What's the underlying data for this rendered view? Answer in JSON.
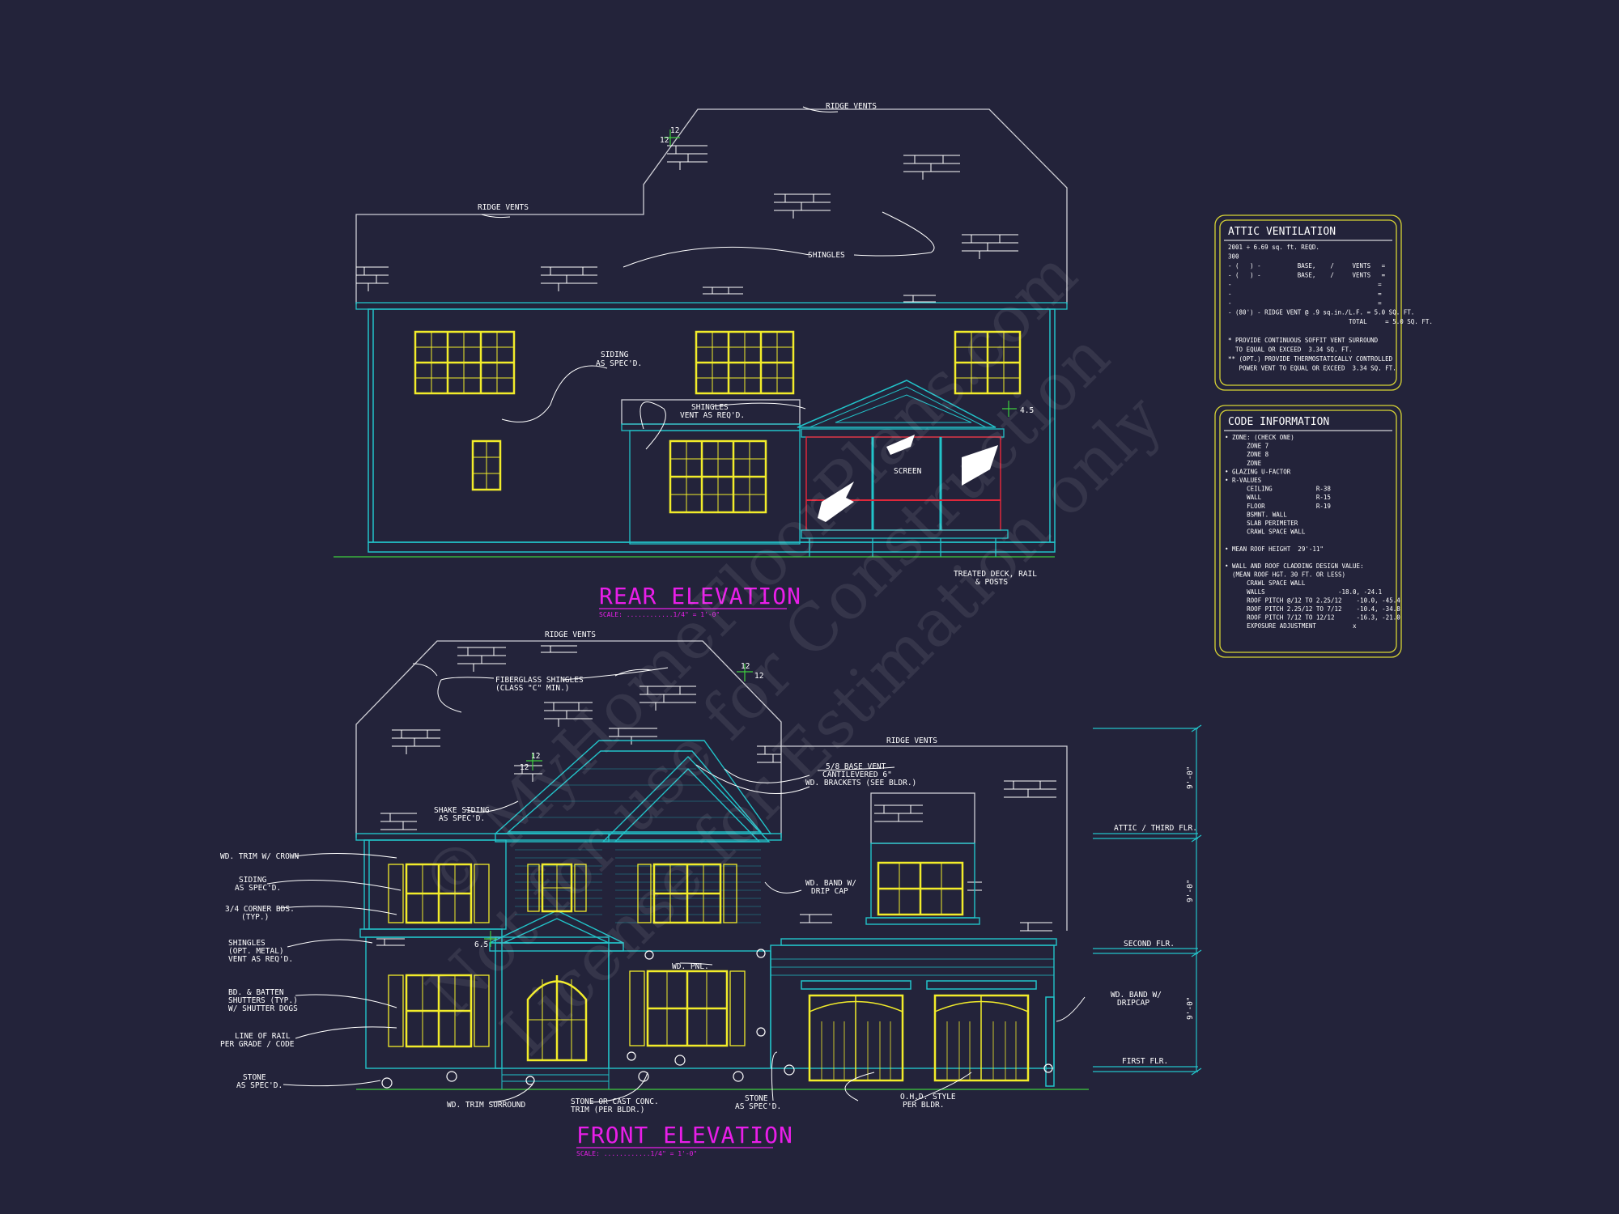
{
  "rear": {
    "title": "REAR ELEVATION",
    "scale": "SCALE: ............1/4\" = 1'-0\"",
    "ridge_vents_left": "RIDGE VENTS",
    "ridge_vents_top": "RIDGE VENTS",
    "shingles": "SHINGLES",
    "siding_1": "SIDING",
    "siding_2": "AS SPEC'D.",
    "shingles_vent_1": "SHINGLES",
    "shingles_vent_2": "VENT AS REQ'D.",
    "screen": "SCREEN",
    "deck_1": "TREATED DECK, RAIL",
    "deck_2": "& POSTS",
    "pitch_a": "12",
    "pitch_b": "12",
    "pitch_c": "4.5"
  },
  "front": {
    "title": "FRONT ELEVATION",
    "scale": "SCALE: ............1/4\" = 1'-0\"",
    "ridge_vents_top": "RIDGE VENTS",
    "ridge_vents_right": "RIDGE VENTS",
    "fiberglass_1": "FIBERGLASS SHINGLES",
    "fiberglass_2": "(CLASS \"C\" MIN.)",
    "shake_1": "SHAKE SIDING",
    "shake_2": "AS SPEC'D.",
    "base_vent_1": "5/8 BASE VENT",
    "base_vent_2": "CANTILEVERED 6\"",
    "base_vent_3": "WD. BRACKETS (SEE BLDR.)",
    "wd_trim_crown": "WD. TRIM W/ CROWN",
    "siding_1": "SIDING",
    "siding_2": "AS SPEC'D.",
    "corner_1": "3/4 CORNER BDS.",
    "corner_2": "(TYP.)",
    "shingles_1": "SHINGLES",
    "shingles_2": "(OPT. METAL)",
    "shingles_3": "VENT AS REQ'D.",
    "shutters_1": "BD. & BATTEN",
    "shutters_2": "SHUTTERS (TYP.)",
    "shutters_3": "W/ SHUTTER DOGS",
    "rail_1": "LINE OF RAIL",
    "rail_2": "PER GRADE / CODE",
    "stone_left_1": "STONE",
    "stone_left_2": "AS SPEC'D.",
    "trim_surround": "WD. TRIM SURROUND",
    "stone_cast_1": "STONE OR CAST CONC.",
    "stone_cast_2": "TRIM (PER BLDR.)",
    "stone_mid_1": "STONE",
    "stone_mid_2": "AS SPEC'D.",
    "ohd_1": "O.H.D. STYLE",
    "ohd_2": "PER BLDR.",
    "band_drip_1": "WD. BAND W/",
    "band_drip_2": "DRIP CAP",
    "band_right_1": "WD. BAND W/",
    "band_right_2": "DRIPCAP",
    "wd_pnl": "WD. PNL.",
    "pitch_a": "12",
    "pitch_b": "12",
    "pitch_c": "12",
    "pitch_d": "12",
    "pitch_e": "6.5"
  },
  "levels": {
    "attic": "ATTIC / THIRD FLR.",
    "second": "SECOND FLR.",
    "first": "FIRST FLR.",
    "dim_top": "9'-0\"",
    "dim_mid": "9'-0\"",
    "dim_bot": "9'-0\""
  },
  "attic_box": {
    "title": "ATTIC VENTILATION",
    "lines": [
      "2001 ÷ 6.69 sq. ft. REQD.",
      "300",
      "- (   ) -          BASE,    /     VENTS   =",
      "- (   ) -          BASE,    /     VENTS   =",
      "-                                        =",
      "-                                        =",
      "-                                        =",
      "- (80') - RIDGE VENT @ .9 sq.in./L.F. = 5.0 SQ. FT.",
      "                                 TOTAL     = 5.0 SQ. FT.",
      "",
      "* PROVIDE CONTINUOUS SOFFIT VENT SURROUND",
      "  TO EQUAL OR EXCEED  3.34 SQ. FT.",
      "** (OPT.) PROVIDE THERMOSTATICALLY CONTROLLED",
      "   POWER VENT TO EQUAL OR EXCEED  3.34 SQ. FT."
    ]
  },
  "code_box": {
    "title": "CODE INFORMATION",
    "lines": [
      "• ZONE: (CHECK ONE)",
      "      ZONE 7",
      "      ZONE 8",
      "      ZONE",
      "• GLAZING U-FACTOR",
      "• R-VALUES",
      "      CEILING            R-38",
      "      WALL               R-15",
      "      FLOOR              R-19",
      "      BSMNT. WALL",
      "      SLAB PERIMETER",
      "      CRAWL SPACE WALL",
      "",
      "• MEAN ROOF HEIGHT  29'-11\"",
      "",
      "• WALL AND ROOF CLADDING DESIGN VALUE:",
      "  (MEAN ROOF HGT. 30 FT. OR LESS)",
      "      CRAWL SPACE WALL",
      "      WALLS                    -18.0, -24.1",
      "      ROOF PITCH @/12 TO 2.25/12    -10.0, -45.4",
      "      ROOF PITCH 2.25/12 TO 7/12    -10.4, -34.8",
      "      ROOF PITCH 7/12 TO 12/12      -16.3, -21.0",
      "      EXPOSURE ADJUSTMENT          x"
    ]
  },
  "watermark": {
    "line1": "© MyHomeFloorPlans.com",
    "line2": "Not for use for Construction",
    "line3": "License for Estimation only"
  },
  "colors": {
    "background": "#23233a",
    "wall_line": "#22c3c9",
    "window": "#f2ec2a",
    "roof_line": "#cfcfd6",
    "screen": "#e0273a",
    "title": "#e91ee9",
    "grade": "#3ecf3e",
    "box_border": "#d8d435"
  }
}
